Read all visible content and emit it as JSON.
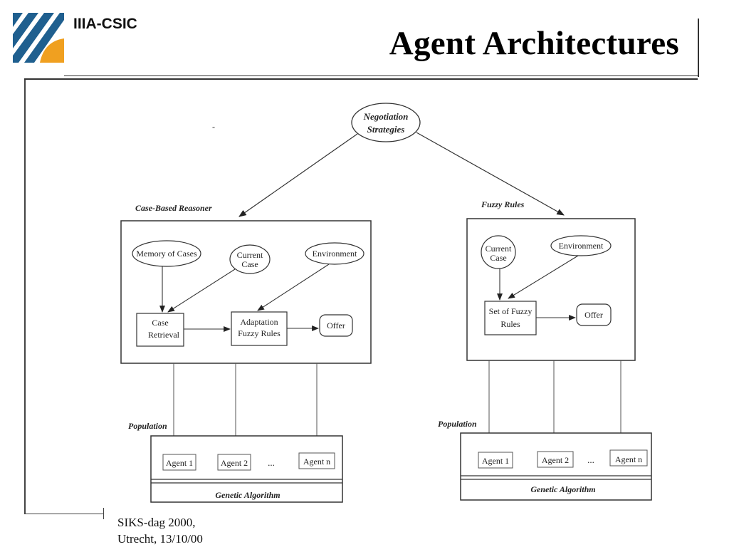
{
  "header": {
    "org": "IIIA-CSIC",
    "title": "Agent Architectures"
  },
  "footer": {
    "line1": "SIKS-dag 2000,",
    "line2": "Utrecht, 13/10/00"
  },
  "diagram": {
    "top_node": {
      "line1": "Negotiation",
      "line2": "Strategies"
    },
    "left": {
      "label": "Case-Based Reasoner",
      "memory": "Memory of Cases",
      "current_l1": "Current",
      "current_l2": "Case",
      "environment": "Environment",
      "retrieval_l1": "Case",
      "retrieval_l2": "Retrieval",
      "adaptation_l1": "Adaptation",
      "adaptation_l2": "Fuzzy Rules",
      "offer": "Offer",
      "population": "Population",
      "agent1": "Agent 1",
      "agent2": "Agent 2",
      "ellipsis": "...",
      "agentn": "Agent n",
      "ga": "Genetic Algorithm"
    },
    "right": {
      "label": "Fuzzy Rules",
      "current_l1": "Current",
      "current_l2": "Case",
      "environment": "Environment",
      "rules_l1": "Set of Fuzzy",
      "rules_l2": "Rules",
      "offer": "Offer",
      "population": "Population",
      "agent1": "Agent 1",
      "agent2": "Agent 2",
      "ellipsis": "...",
      "agentn": "Agent n",
      "ga": "Genetic Algorithm"
    }
  },
  "colors": {
    "logo_blue": "#1f5f8f",
    "logo_orange": "#f0a020"
  }
}
